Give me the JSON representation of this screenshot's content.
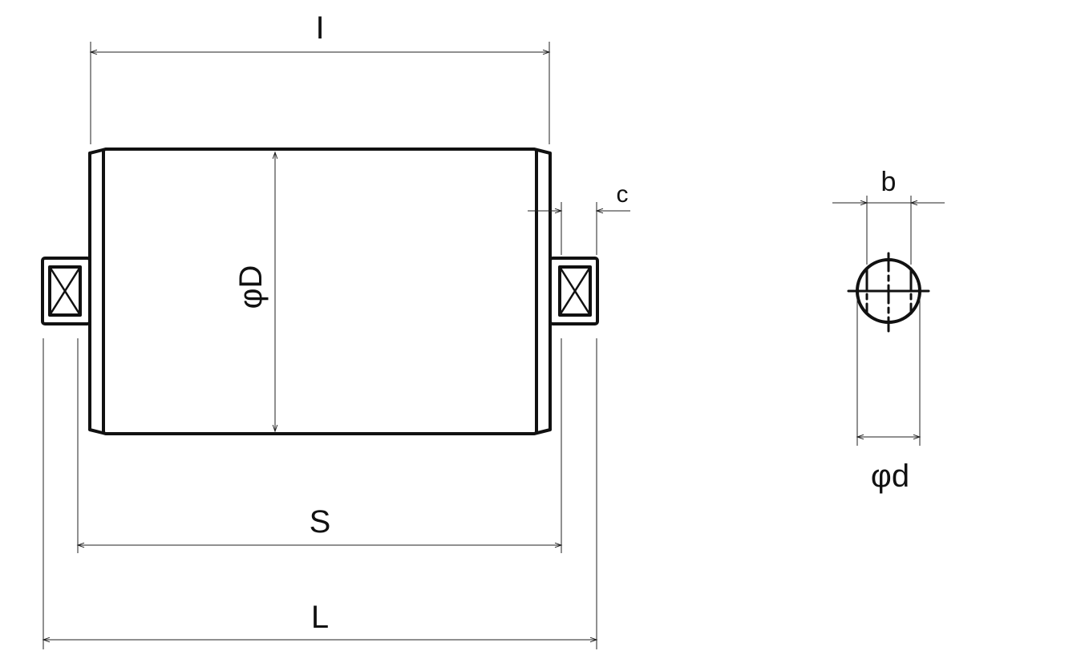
{
  "labels": {
    "length_i": "I",
    "diameter_big": "φD",
    "gap_c": "c",
    "span_s": "S",
    "length_l": "L",
    "width_b": "b",
    "shaft_d": "φd"
  },
  "colors": {
    "line": "#111111",
    "background": "#ffffff"
  }
}
